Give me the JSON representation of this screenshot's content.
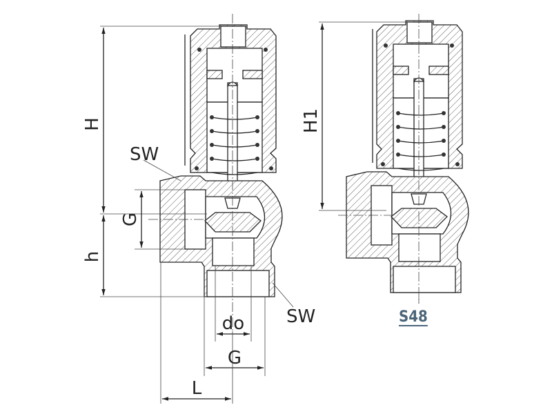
{
  "drawing": {
    "labels": {
      "H": "H",
      "h": "h",
      "G_inlet": "G",
      "SW_body": "SW",
      "SW_outlet": "SW",
      "do": "do",
      "G_outlet": "G",
      "L": "L",
      "H1": "H1"
    },
    "model_link": "S48",
    "colors": {
      "line": "#222222",
      "link": "#4b6479"
    }
  }
}
